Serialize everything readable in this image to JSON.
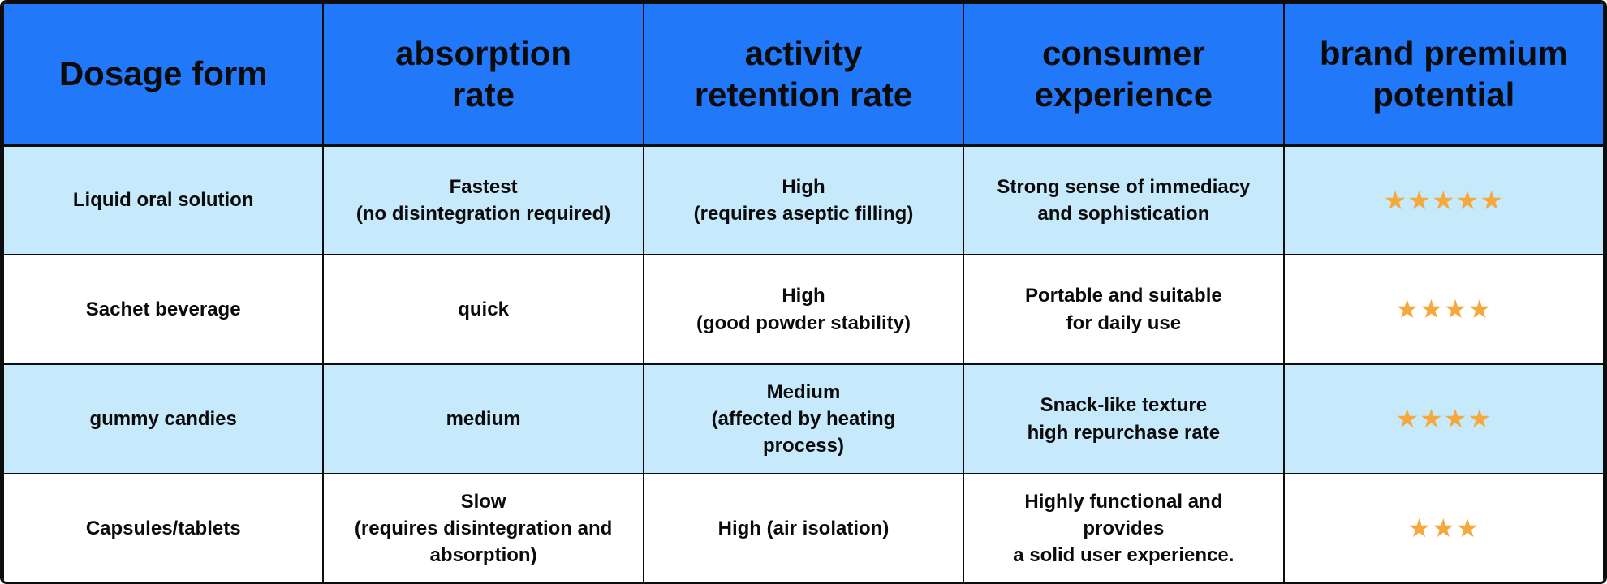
{
  "table": {
    "columns": [
      {
        "label": "Dosage form"
      },
      {
        "label": "absorption\nrate"
      },
      {
        "label": "activity\nretention rate"
      },
      {
        "label": "consumer\nexperience"
      },
      {
        "label": "brand premium\npotential"
      }
    ],
    "rows": [
      {
        "dosage_form": "Liquid oral solution",
        "absorption_rate": "Fastest\n(no disintegration required)",
        "activity_retention_rate": "High\n(requires aseptic filling)",
        "consumer_experience": "Strong sense of immediacy\nand sophistication",
        "stars": 5
      },
      {
        "dosage_form": "Sachet beverage",
        "absorption_rate": "quick",
        "activity_retention_rate": "High\n(good powder stability)",
        "consumer_experience": "Portable and suitable\nfor daily use",
        "stars": 4
      },
      {
        "dosage_form": "gummy candies",
        "absorption_rate": "medium",
        "activity_retention_rate": "Medium\n(affected by heating\nprocess)",
        "consumer_experience": "Snack-like texture\nhigh repurchase rate",
        "stars": 4
      },
      {
        "dosage_form": "Capsules/tablets",
        "absorption_rate": "Slow\n(requires disintegration and\nabsorption)",
        "activity_retention_rate": "High (air isolation)",
        "consumer_experience": "Highly functional and\nprovides\na solid user experience.",
        "stars": 3
      }
    ],
    "colors": {
      "header_bg": "#2178F8",
      "row_alt_bg": "#C7E9FC",
      "row_bg": "#FFFFFF",
      "border_color": "#0D0D0D",
      "star_color": "#F5A83C"
    },
    "star_glyph": "★"
  }
}
